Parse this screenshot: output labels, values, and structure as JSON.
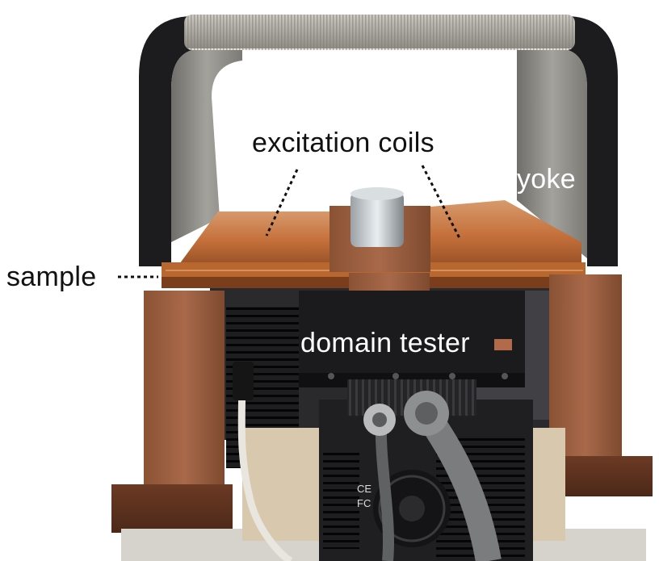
{
  "labels": {
    "excitation_coils": "excitation coils",
    "yoke": "yoke",
    "sample": "sample",
    "domain_tester": "domain tester"
  },
  "device_marks": {
    "ce_mark": "CE",
    "fc_mark": "FC"
  },
  "colors": {
    "yoke_tape": "#1c1c1e",
    "yoke_steel": "#8c8b86",
    "copper_coil": "#c97a46",
    "wood_block": "#9a5f3e",
    "tester_body": "#1b1b1d",
    "cable": "#7a7c7e"
  }
}
